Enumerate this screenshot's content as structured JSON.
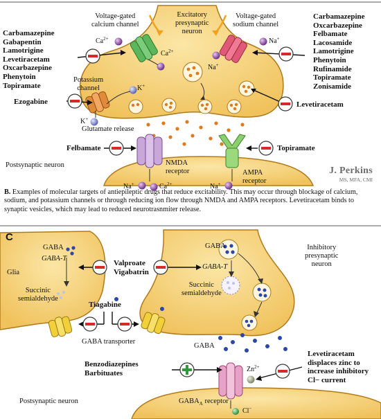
{
  "panel_b": {
    "letter": "B.",
    "presynaptic_label": [
      "Excitatory",
      "presynaptic",
      "neuron"
    ],
    "ca_channel_label": [
      "Voltage-gated",
      "calcium channel"
    ],
    "na_channel_label": [
      "Voltage-gated",
      "sodium channel"
    ],
    "k_channel_label": [
      "Potassium",
      "channel"
    ],
    "left_drugs": [
      "Carbamazepine",
      "Gabapentin",
      "Lamotrigine",
      "Levetiracetam",
      "Oxcarbazepine",
      "Phenytoin",
      "Topiramate"
    ],
    "right_drugs": [
      "Carbamazepine",
      "Oxcarbazepine",
      "Felbamate",
      "Lacosamide",
      "Lamotrigine",
      "Phenytoin",
      "Rufinamide",
      "Topiramate",
      "Zonisamide"
    ],
    "ezogabine": "Ezogabine",
    "levetiracetam": "Levetiracetam",
    "felbamate": "Felbamate",
    "topiramate": "Topiramate",
    "glutamate_release": "Glutamate release",
    "postsynaptic_label": "Postsynaptic neuron",
    "nmda_label": [
      "NMDA",
      "receptor"
    ],
    "ampa_label": [
      "AMPA",
      "receptor"
    ],
    "ions": {
      "ca": "Ca",
      "na": "Na",
      "k": "K",
      "charge_2plus": "2+",
      "charge_plus": "+"
    }
  },
  "signature": {
    "name": "J. Perkins",
    "credentials": "MS, MFA, CMI"
  },
  "caption": {
    "lead": "B.",
    "text": "Examples of molecular targets of antiepileptic drugs that reduce excitability. This may occur through blockage of calcium, sodium, and potassium channels or through reducing ion flow through NMDA and AMPA receptors. Levetiracetam binds to synaptic vesicles, which may lead to reduced neurotrasnmiter release."
  },
  "panel_c": {
    "letter": "C",
    "glia": "Glia",
    "gaba": "GABA",
    "gaba_t": "GABA-T",
    "succinic": [
      "Succinic",
      "semialdehyde"
    ],
    "valproate_vigabatrin": [
      "Valproate",
      "Vigabatrin"
    ],
    "tiagabine": "Tiagabine",
    "gaba_transporter": "GABA transporter",
    "inhibitory_label": [
      "Inhibitory",
      "presynaptic",
      "neuron"
    ],
    "gaba_cleft": "GABA",
    "benzo": [
      "Benzodiazepines",
      "Barbituates"
    ],
    "levetiracetam_note": [
      "Levetiracetam",
      "displaces zinc to",
      "increase inhibitory",
      "Cl− current"
    ],
    "zn": "Zn",
    "zn_charge": "2+",
    "postsynaptic_label": "Postsynaptic neuron",
    "gaba_a_receptor": "GABA",
    "gaba_a_sub": "A",
    "gaba_a_suffix": " receptor",
    "cl": "Cl",
    "cl_charge": "−"
  },
  "colors": {
    "neuron_fill": "#f6d27a",
    "neuron_stroke": "#b07a1c",
    "glutamate": "#e07b1c",
    "gaba_dot": "#2b47a8",
    "inhibit_red": "#d42a2a",
    "enhance_green": "#2e9a3c",
    "ca_ion": "#8a3f9e",
    "na_ion": "#7a3f8e",
    "k_ion": "#7b86c8",
    "zn_ion": "#9c9f86"
  }
}
